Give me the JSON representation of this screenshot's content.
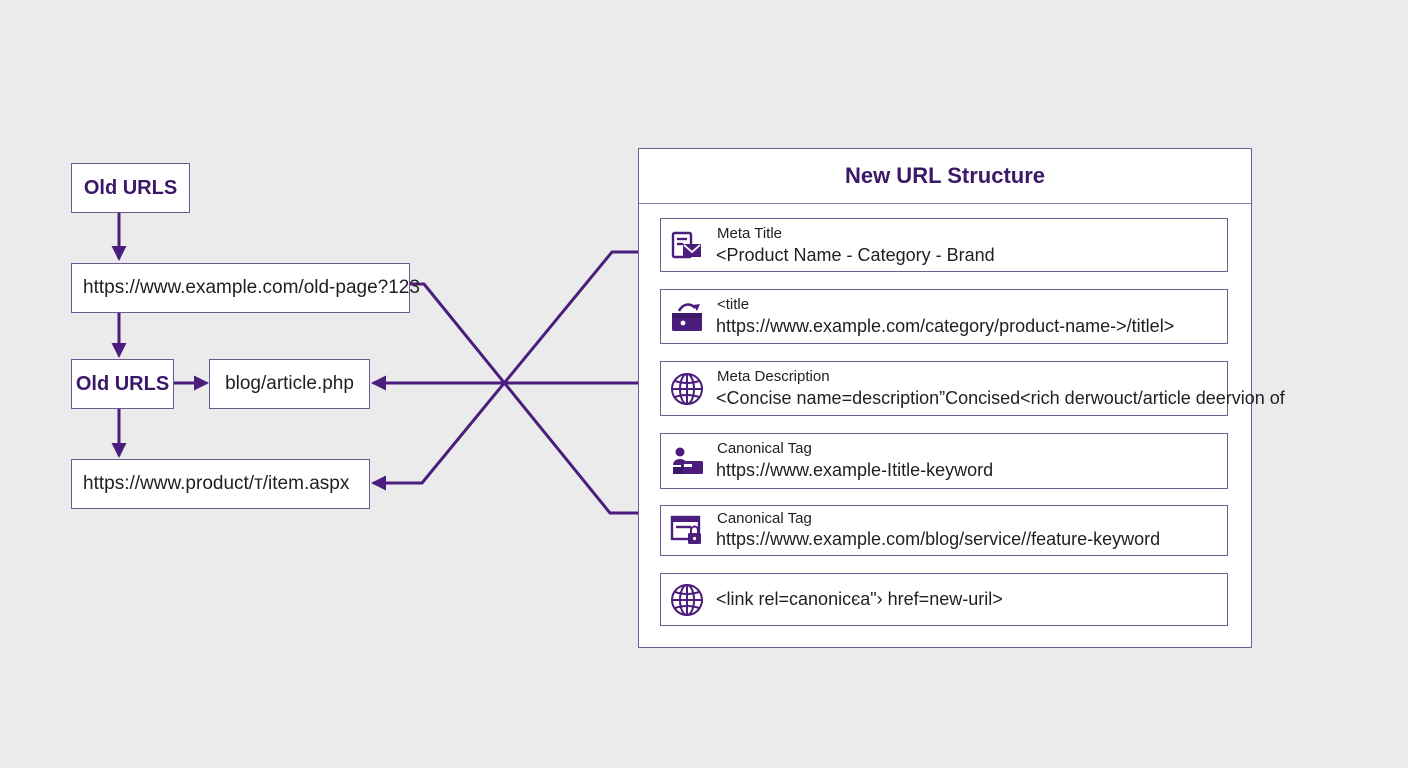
{
  "diagram": {
    "colors": {
      "accent": "#4b1d7d",
      "heading": "#3b1868",
      "border": "#6f5d96",
      "background": "#ebebec"
    },
    "left": {
      "nodes": [
        "Old URLS",
        "https://www.example.com/old-page?123",
        "Old URLS",
        "blog/article.php",
        "https://www.product/т/item.aspx"
      ]
    },
    "panel": {
      "title": "New URL Structure",
      "rows": [
        {
          "icon": "document-mail-icon",
          "label": "Meta Title",
          "value": "<Product Name - Category - Brand"
        },
        {
          "icon": "browser-edit-icon",
          "label": "<title",
          "value": "https://www.example.com/category/product-name->/titlel>"
        },
        {
          "icon": "globe-icon",
          "label": "Meta Description",
          "value": "<Concise name=description”Concised<rich derwouct/article deervion of"
        },
        {
          "icon": "user-desk-icon",
          "label": "Canonical Tag",
          "value": "https://www.example-Ititle-keyword"
        },
        {
          "icon": "window-lock-icon",
          "label": "Canonical Tag",
          "value": "https://www.example.com/blog/service//feature-keyword"
        },
        {
          "icon": "globe-icon",
          "label": "",
          "value": "<link rel=canonicєa\"› href=new-uril>"
        }
      ]
    }
  }
}
